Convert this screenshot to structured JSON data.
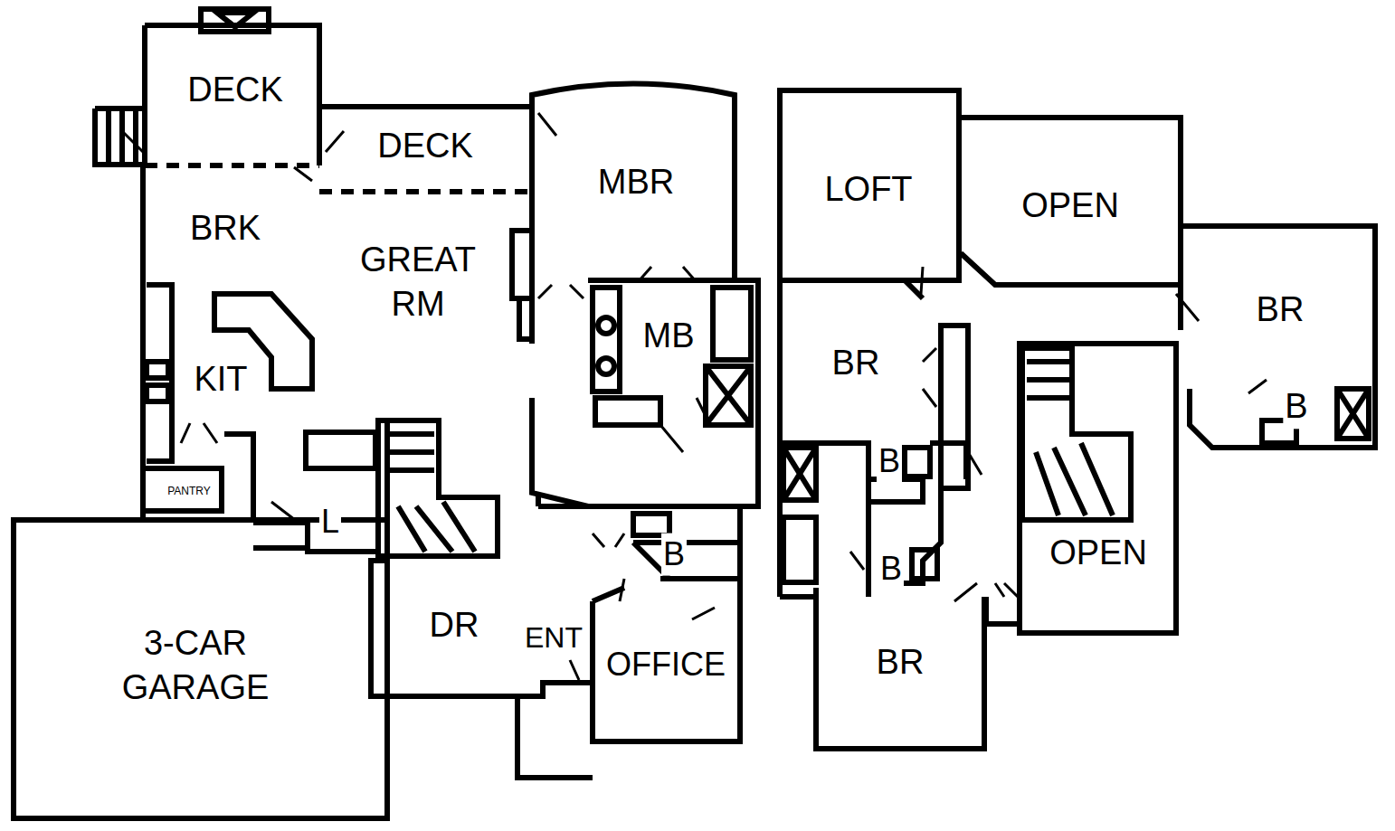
{
  "diagram": {
    "labels": [
      "DECK",
      "DECK",
      "MBR",
      "LOFT",
      "OPEN",
      "BRK",
      "GREAT RM",
      "BR",
      "MB",
      "BR",
      "KIT",
      "B",
      "B",
      "PANTRY",
      "L",
      "B",
      "OPEN",
      "B",
      "DR",
      "ENT",
      "3-CAR GARAGE",
      "OFFICE",
      "BR"
    ]
  }
}
